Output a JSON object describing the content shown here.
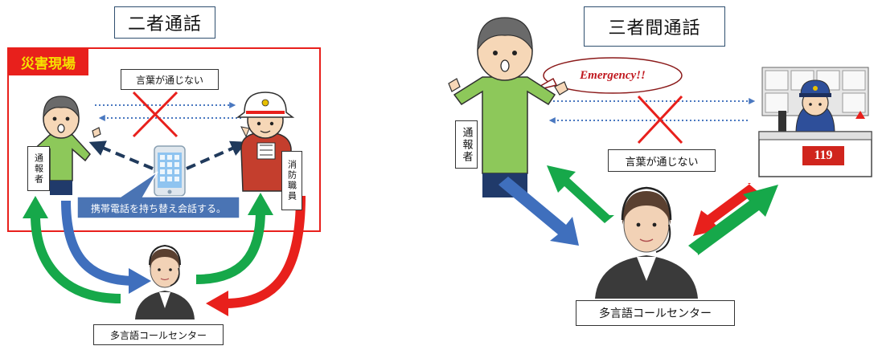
{
  "left": {
    "title": "二者通話",
    "disaster_tag": "災害現場",
    "no_communication": "言葉が通じない",
    "reporter": "通報者",
    "firefighter": "消防職員",
    "phone_note": "携帯電話を持ち替え会話する。",
    "call_center": "多言語コールセンター"
  },
  "right": {
    "title": "三者間通話",
    "speech": "Emergency!!",
    "no_communication": "言葉が通じない",
    "reporter": "通報者",
    "call_center": "多言語コールセンター",
    "desk_number": "119"
  },
  "colors": {
    "disaster_red": "#e8201c",
    "arrow_green": "#16a84a",
    "arrow_blue": "#3f6fbd",
    "arrow_red": "#e8201c",
    "callout_blue": "#4a74b4"
  }
}
